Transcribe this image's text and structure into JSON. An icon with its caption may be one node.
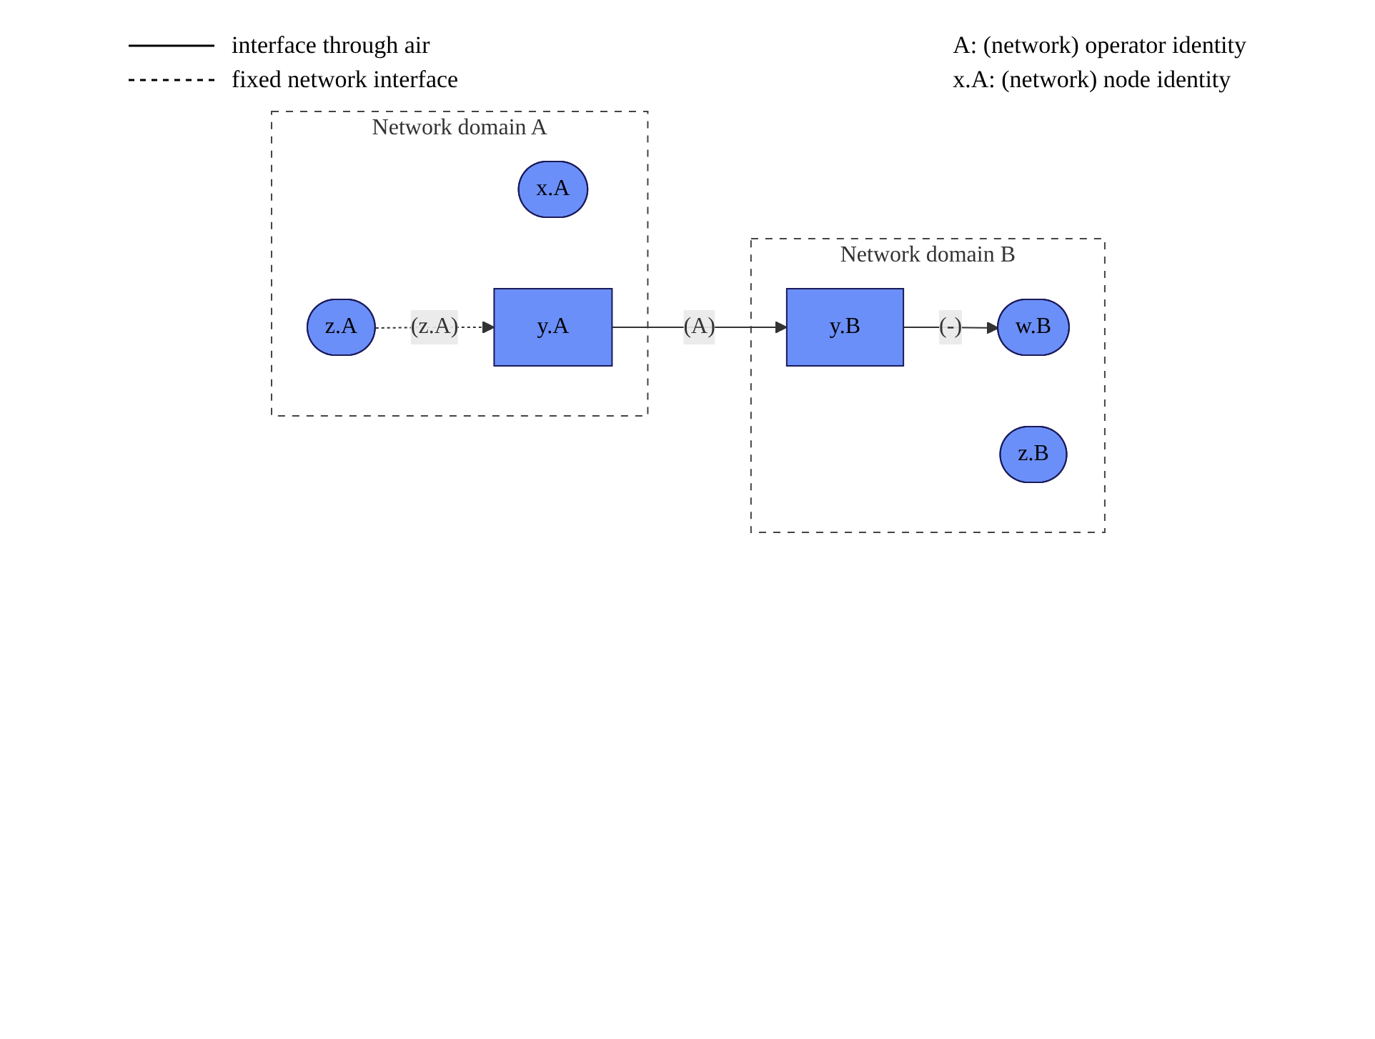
{
  "diagram": {
    "nodes": [
      {
        "text": [
          "Network domain A"
        ]
      },
      {
        "text": [
          "x.A"
        ],
        "in": 0
      },
      {
        "text": [
          "y.A"
        ],
        "in": 0
      },
      {
        "text": [
          "z.A"
        ],
        "in": 0
      },
      {
        "text": [
          "Network domain B"
        ]
      },
      {
        "text": [
          "w.B"
        ],
        "in": 4
      },
      {
        "text": [
          "y.B"
        ],
        "in": 4
      },
      {
        "text": [
          "z.B"
        ],
        "in": 4
      }
    ],
    "edges": [
      {
        "from": 3,
        "to": 2,
        "arrow": "to",
        "label": "(z.A)",
        "style": "dashed"
      },
      {
        "from": 2,
        "to": 6,
        "arrow": "to",
        "label": "(A)"
      },
      {
        "from": 6,
        "to": 5,
        "arrow": "to",
        "label": "(-)"
      }
    ],
    "labels": [
      "A: (network) operator identity",
      "x.A: (network) node identity"
    ],
    "legend": [
      {
        "text": "interface through air"
      },
      {
        "text": "fixed network interface"
      }
    ]
  }
}
